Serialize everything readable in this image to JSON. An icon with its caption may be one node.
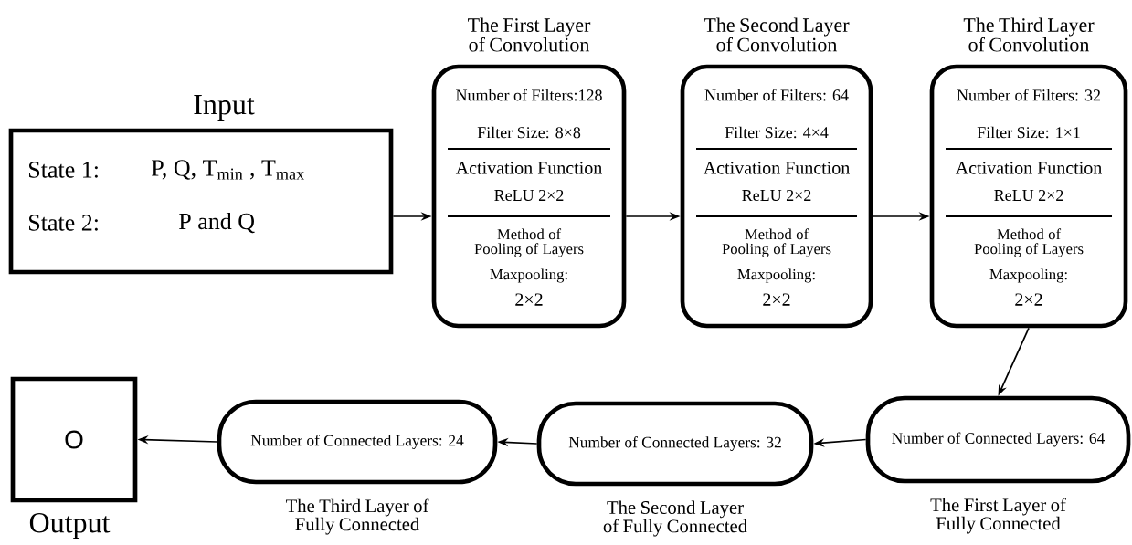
{
  "diagram": {
    "nodes": [
      {
        "text": [
          "Input",
          "State 1:",
          "P, Q, T$_{min}$ , T$_{max}$",
          "State 2:",
          "P and Q"
        ]
      },
      {
        "text": [
          "The First Layer of Convolution",
          "Number of Filters:128",
          "Filter Size: 8×8",
          "Activation Function",
          "ReLU 2×2",
          "Method of Pooling of Layers",
          "Maxpooling:",
          "2×2"
        ]
      },
      {
        "text": [
          "The Second Layer of Convolution",
          "Number of Filters: 64",
          "Filter Size: 4×4",
          "Activation Function",
          "ReLU 2×2",
          "Method of Pooling of Layers",
          "Maxpooling:",
          "2×2"
        ]
      },
      {
        "text": [
          "The Third Layer of Convolution",
          "Number of Filters: 32",
          "Filter Size: 1×1",
          "Activation Function",
          "ReLU 2×2",
          "Method of Pooling of Layers",
          "Maxpooling:",
          "2×2"
        ]
      },
      {
        "text": [
          "Number of Connected Layers: 64",
          "The First Layer of Fully Connected"
        ]
      },
      {
        "text": [
          "Number of Connected Layers: 32",
          "The Second Layer of Fully Connected"
        ]
      },
      {
        "text": [
          "Number of Connected Layers: 24",
          "The Third Layer of Fully Connected"
        ]
      },
      {
        "text": [
          "O",
          "Output"
        ]
      }
    ],
    "edges": [
      {
        "from": 0,
        "to": 1,
        "arrow": "to"
      },
      {
        "from": 1,
        "to": 2,
        "arrow": "to"
      },
      {
        "from": 2,
        "to": 3,
        "arrow": "to"
      },
      {
        "from": 3,
        "to": 4,
        "arrow": "to"
      },
      {
        "from": 4,
        "to": 5,
        "arrow": "to"
      },
      {
        "from": 5,
        "to": 6,
        "arrow": "to"
      },
      {
        "from": 6,
        "to": 7,
        "arrow": "to"
      }
    ]
  }
}
